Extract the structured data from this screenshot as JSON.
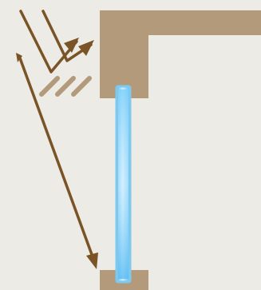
{
  "colors": {
    "background": "#ecebe6",
    "structure": "#b29a7a",
    "ray": "#7a5426",
    "reflection_hatch": "#b29a7a",
    "glass_edge": "#7fc8ee",
    "glass_light": "#cfeeff",
    "glass_mid": "#5bbcf2"
  },
  "elements": {
    "upper_structure": "overhang",
    "lower_structure": "sill",
    "glass": "glass-pane",
    "incoming_ray_reflected": "ray-reflected",
    "outgoing_ray_reflected": "reflection-ray-out",
    "transmitted_ray": "ray-transmitted"
  }
}
